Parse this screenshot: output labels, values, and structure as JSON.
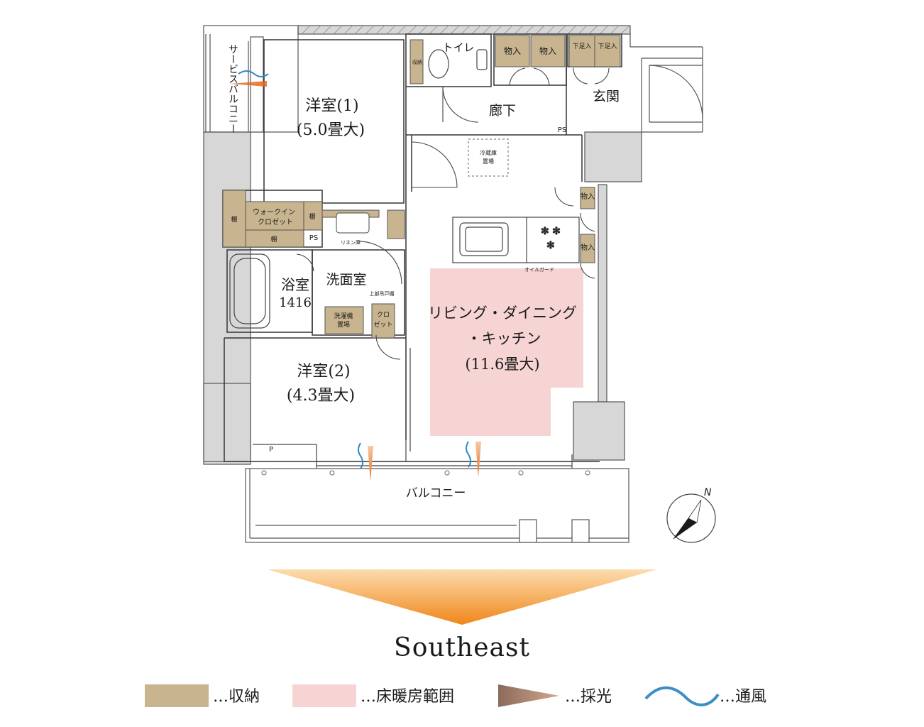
{
  "rooms": {
    "western_1": {
      "name": "洋室(1)",
      "size": "(5.0畳大)"
    },
    "western_2": {
      "name": "洋室(2)",
      "size": "(4.3畳大)"
    },
    "ldk": {
      "line1": "リビング・ダイニング",
      "line2": "・キッチン",
      "size": "(11.6畳大)"
    },
    "bath": {
      "name": "浴室",
      "size": "1416"
    },
    "washroom": "洗面室",
    "toilet": "トイレ",
    "hallway": "廊下",
    "entrance": "玄関",
    "walkin_closet": {
      "line1": "ウォークイン",
      "line2": "クロゼット"
    },
    "closet": {
      "line1": "クロ",
      "line2": "ゼット"
    },
    "balcony": "バルコニー",
    "service_balcony": "サービスバルコニー"
  },
  "fixtures": {
    "storage": "物入",
    "shoe_box": "下足入",
    "shelf": "棚",
    "ps": "PS",
    "p": "P",
    "fridge": {
      "line1": "冷蔵庫",
      "line2": "置場"
    },
    "washer": {
      "line1": "洗濯機",
      "line2": "置場"
    },
    "oil_guard": "オイルガード",
    "upper_storage": "上部吊戸棚",
    "linen_storage": "リネン庫",
    "toilet_storage": "収納"
  },
  "compass": "N",
  "direction": "Southeast",
  "legend": [
    {
      "label": "…収納",
      "color": "#c8b48f"
    },
    {
      "label": "…床暖房範囲",
      "color": "#f7d4d4"
    },
    {
      "label": "…採光",
      "color": "#b58a74"
    },
    {
      "label": "…通風",
      "color": "#3b8fc6"
    }
  ],
  "colors": {
    "wall": "#d7d7d7",
    "storage": "#c8b48f",
    "floor_heating": "#f7d4d4",
    "arrow_top": "#fbd9a8",
    "arrow_bottom": "#f08a1c",
    "wind": "#2e88c6",
    "light": "#e87a2a"
  }
}
